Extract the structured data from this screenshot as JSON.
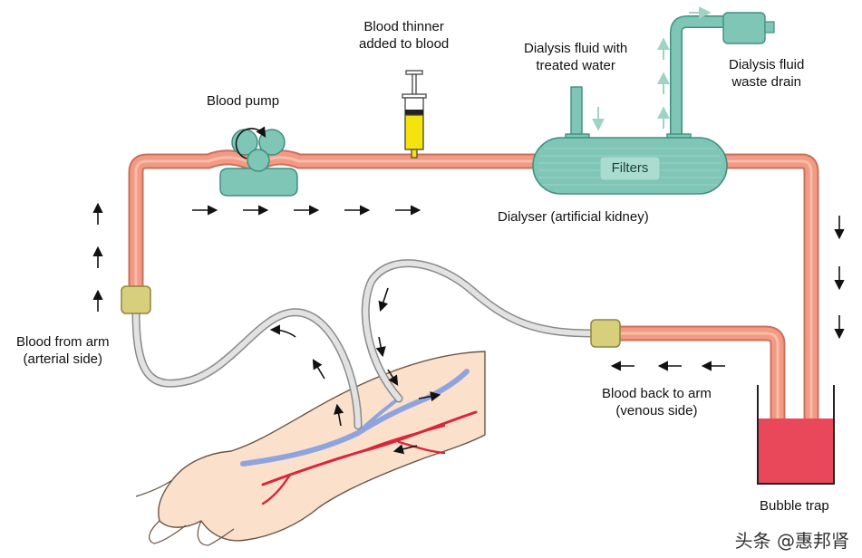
{
  "labels": {
    "blood_pump": "Blood pump",
    "blood_thinner": [
      "Blood thinner",
      "added to blood"
    ],
    "dialysis_fluid": [
      "Dialysis fluid with",
      "treated water"
    ],
    "waste_drain": [
      "Dialysis fluid",
      "waste drain"
    ],
    "filters": "Filters",
    "dialyser": "Dialyser (artificial kidney)",
    "blood_from_arm": [
      "Blood from arm",
      "(arterial side)"
    ],
    "blood_back": [
      "Blood back to arm",
      "(venous side)"
    ],
    "bubble_trap": "Bubble trap"
  },
  "watermark": "头条 @惠邦肾",
  "colors": {
    "tube": "#f29a83",
    "tube_light": "#f7bcaa",
    "machine": "#7fc6b6",
    "machine_dark": "#3f8f80",
    "connector": "#d8cf7c",
    "line_grey": "#c9c9c9",
    "blood_trap": "#e8485a",
    "vein": "#8fa3dd",
    "artery": "#d9263a",
    "skin": "#fbe0cc"
  }
}
